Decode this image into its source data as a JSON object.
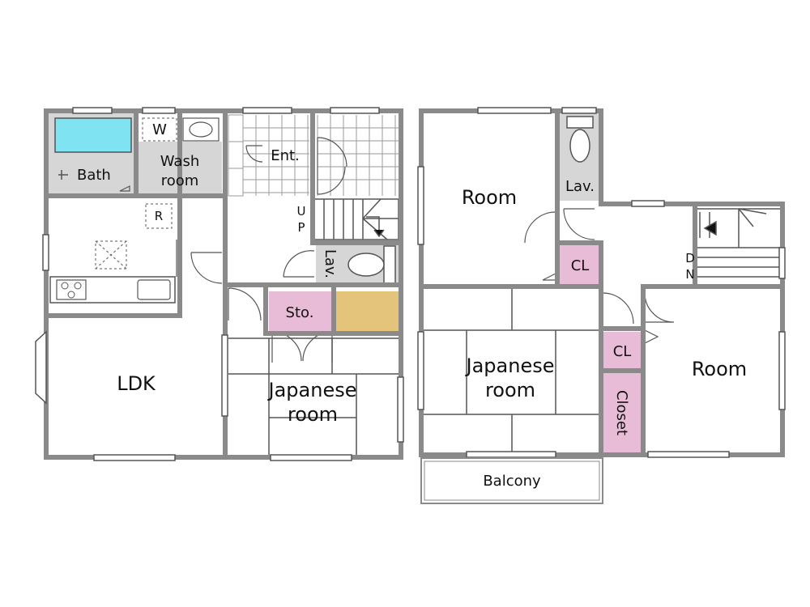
{
  "first_floor": {
    "bath": "Bath",
    "wash_line1": "Wash",
    "wash_line2": "room",
    "washer": "W",
    "fridge": "R",
    "entrance": "Ent.",
    "up_u": "U",
    "up_p": "P",
    "lav": "Lav.",
    "storage": "Sto.",
    "ldk": "LDK",
    "japanese_line1": "Japanese",
    "japanese_line2": "room"
  },
  "second_floor": {
    "room_nw": "Room",
    "lav": "Lav.",
    "cl_upper": "CL",
    "down_d": "D",
    "down_n": "N",
    "japanese_line1": "Japanese",
    "japanese_line2": "room",
    "cl_lower": "CL",
    "closet": "Closet",
    "room_se": "Room",
    "balcony": "Balcony"
  },
  "colors": {
    "wall": "#8a8a8a",
    "bath_water": "#7fe3f2",
    "utility_gray": "#d6d6d6",
    "closet_pink": "#e8bcd6",
    "storage_tan": "#e3c47a"
  }
}
